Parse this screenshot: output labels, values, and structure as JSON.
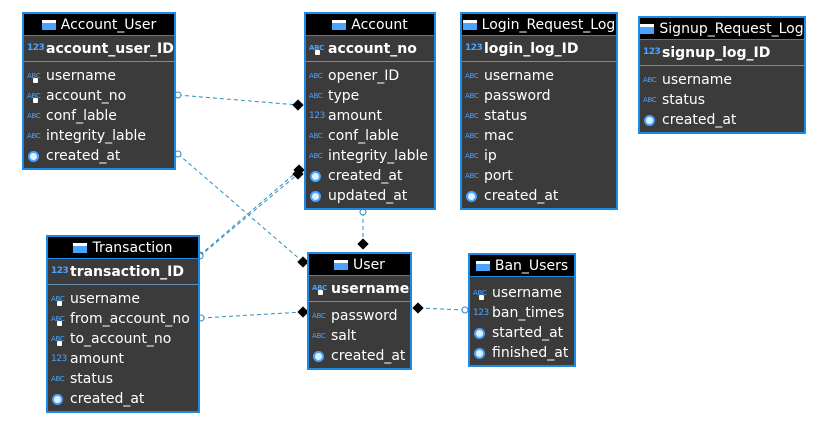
{
  "entities": {
    "account_user": {
      "title": "Account_User",
      "pk": {
        "name": "account_user_ID",
        "type": "num"
      },
      "columns": [
        {
          "name": "username",
          "type": "abc-key"
        },
        {
          "name": "account_no",
          "type": "abc-key"
        },
        {
          "name": "conf_lable",
          "type": "abc"
        },
        {
          "name": "integrity_lable",
          "type": "abc"
        },
        {
          "name": "created_at",
          "type": "date"
        }
      ]
    },
    "account": {
      "title": "Account",
      "pk": {
        "name": "account_no",
        "type": "abc-key"
      },
      "columns": [
        {
          "name": "opener_ID",
          "type": "abc"
        },
        {
          "name": "type",
          "type": "abc"
        },
        {
          "name": "amount",
          "type": "num"
        },
        {
          "name": "conf_lable",
          "type": "abc"
        },
        {
          "name": "integrity_lable",
          "type": "abc"
        },
        {
          "name": "created_at",
          "type": "date"
        },
        {
          "name": "updated_at",
          "type": "date"
        }
      ]
    },
    "login_request_log": {
      "title": "Login_Request_Log",
      "pk": {
        "name": "login_log_ID",
        "type": "num"
      },
      "columns": [
        {
          "name": "username",
          "type": "abc"
        },
        {
          "name": "password",
          "type": "abc"
        },
        {
          "name": "status",
          "type": "abc"
        },
        {
          "name": "mac",
          "type": "abc"
        },
        {
          "name": "ip",
          "type": "abc"
        },
        {
          "name": "port",
          "type": "abc"
        },
        {
          "name": "created_at",
          "type": "date"
        }
      ]
    },
    "signup_request_log": {
      "title": "Signup_Request_Log",
      "pk": {
        "name": "signup_log_ID",
        "type": "num"
      },
      "columns": [
        {
          "name": "username",
          "type": "abc"
        },
        {
          "name": "status",
          "type": "abc"
        },
        {
          "name": "created_at",
          "type": "date"
        }
      ]
    },
    "transaction": {
      "title": "Transaction",
      "pk": {
        "name": "transaction_ID",
        "type": "num"
      },
      "columns": [
        {
          "name": "username",
          "type": "abc-key"
        },
        {
          "name": "from_account_no",
          "type": "abc-key"
        },
        {
          "name": "to_account_no",
          "type": "abc-key"
        },
        {
          "name": "amount",
          "type": "num"
        },
        {
          "name": "status",
          "type": "abc"
        },
        {
          "name": "created_at",
          "type": "date"
        }
      ]
    },
    "user": {
      "title": "User",
      "pk": {
        "name": "username",
        "type": "abc-key"
      },
      "columns": [
        {
          "name": "password",
          "type": "abc"
        },
        {
          "name": "salt",
          "type": "abc"
        },
        {
          "name": "created_at",
          "type": "date"
        }
      ]
    },
    "ban_users": {
      "title": "Ban_Users",
      "pk": null,
      "columns": [
        {
          "name": "username",
          "type": "abc-key"
        },
        {
          "name": "ban_times",
          "type": "num"
        },
        {
          "name": "started_at",
          "type": "date"
        },
        {
          "name": "finished_at",
          "type": "date"
        }
      ]
    }
  },
  "relationships": [
    {
      "from": "account_user.account_no",
      "to": "account"
    },
    {
      "from": "account_user.username",
      "to": "user"
    },
    {
      "from": "transaction",
      "to": "account"
    },
    {
      "from": "transaction",
      "to": "account"
    },
    {
      "from": "transaction.from_account_no",
      "to": "user"
    },
    {
      "from": "account.opener_ID",
      "to": "user"
    },
    {
      "from": "ban_users.username",
      "to": "user"
    }
  ],
  "colors": {
    "border": "#1e88e5",
    "header": "#000000",
    "body": "#3b3b3b",
    "icon": "#4aa3ff",
    "link": "#2a8fbf"
  }
}
